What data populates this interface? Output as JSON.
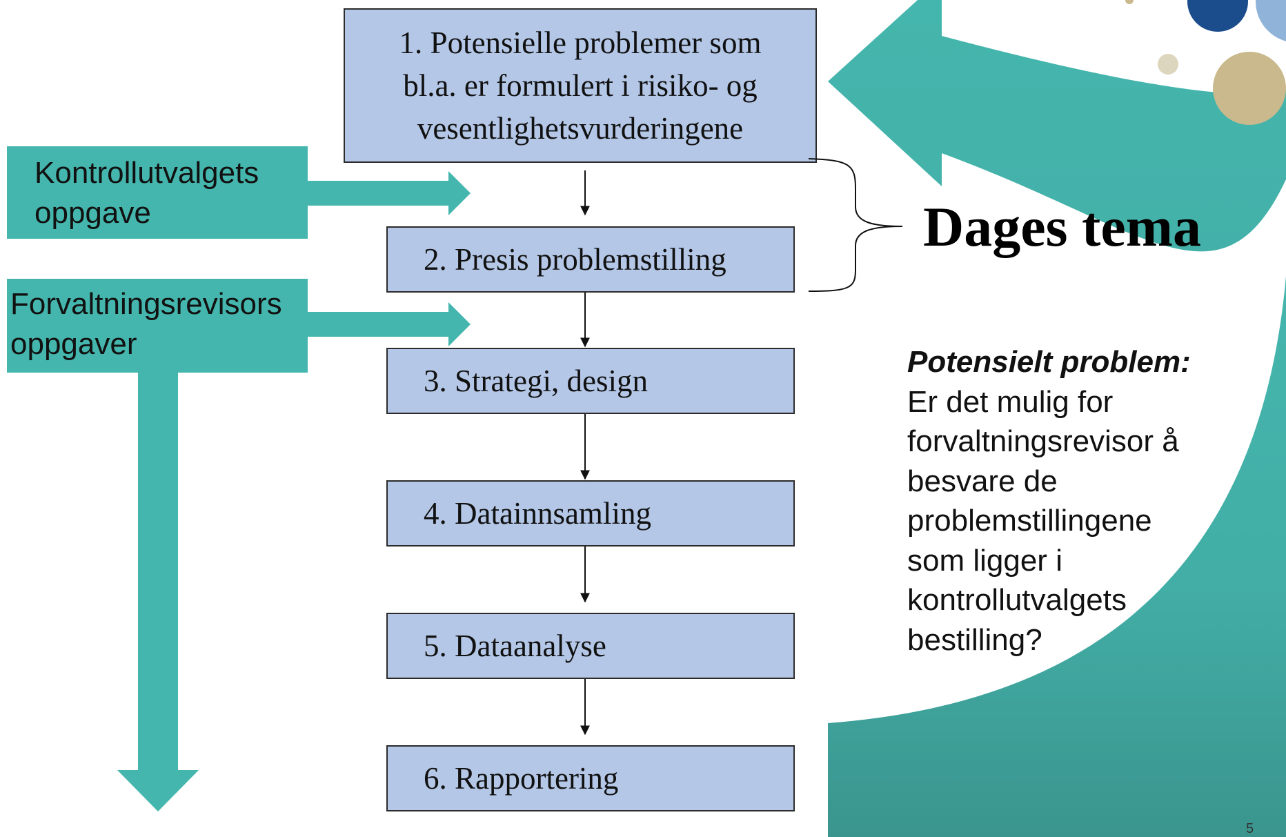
{
  "steps": [
    {
      "label": "1. Potensielle problemer som\nbl.a. er formulert i risiko- og\nvesentlighetsvurderingene"
    },
    {
      "label": "2. Presis problemstilling"
    },
    {
      "label": "3. Strategi, design"
    },
    {
      "label": "4. Datainnsamling"
    },
    {
      "label": "5. Dataanalyse"
    },
    {
      "label": "6. Rapportering"
    }
  ],
  "side_tags": {
    "kontroll": "Kontrollutvalgets\noppgave",
    "forvaltning": "Forvaltningsrevisors\noppgaver"
  },
  "topic": "Dages tema",
  "note": {
    "heading": "Potensielt problem:",
    "body": "Er det mulig for\nforvaltningsrevisor å\nbesvare de\nproblemstillingene\nsom ligger i\nkontrollutvalgets\nbestilling?"
  },
  "page_number": "5",
  "colors": {
    "box_fill": "#b4c7e7",
    "teal": "#45b6ad",
    "teal_dark": "#3a958e",
    "navy": "#1b4d8c",
    "light_blue": "#8fb3d9",
    "gold": "#c9b98c",
    "beige": "#ddd6bf"
  }
}
